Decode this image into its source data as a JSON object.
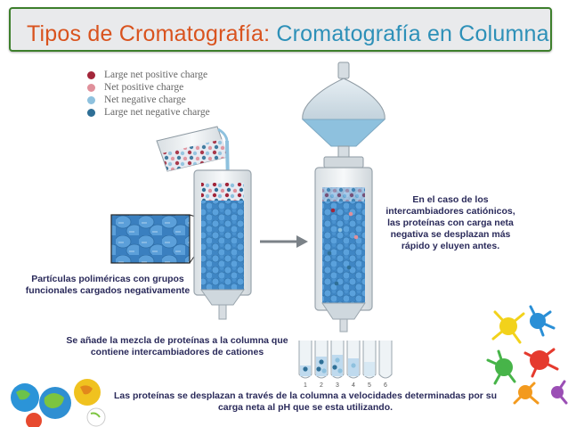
{
  "title": {
    "part1": "Tipos de Cromatografía:",
    "part2": "Cromatografía en Columna"
  },
  "legend": [
    {
      "label": "Large net positive charge",
      "color": "#a3263a"
    },
    {
      "label": "Net positive charge",
      "color": "#e0909b"
    },
    {
      "label": "Net negative charge",
      "color": "#8ec1de"
    },
    {
      "label": "Large net negative charge",
      "color": "#2f6f96"
    }
  ],
  "captions": {
    "particles": "Partículas poliméricas con grupos funcionales cargados negativamente",
    "mixture": "Se añade la mezcla de proteínas a la columna que contiene intercambiadores de cationes",
    "cationic": "En el caso de los intercambiadores catiónicos, las proteínas con carga neta negativa se desplazan más rápido y eluyen antes.",
    "movement": "Las proteínas se desplazan a través de la columna a velocidades determinadas por su carga neta al pH que se esta utilizando."
  },
  "tube_numbers": [
    "1",
    "2",
    "3",
    "4",
    "5",
    "6"
  ]
}
